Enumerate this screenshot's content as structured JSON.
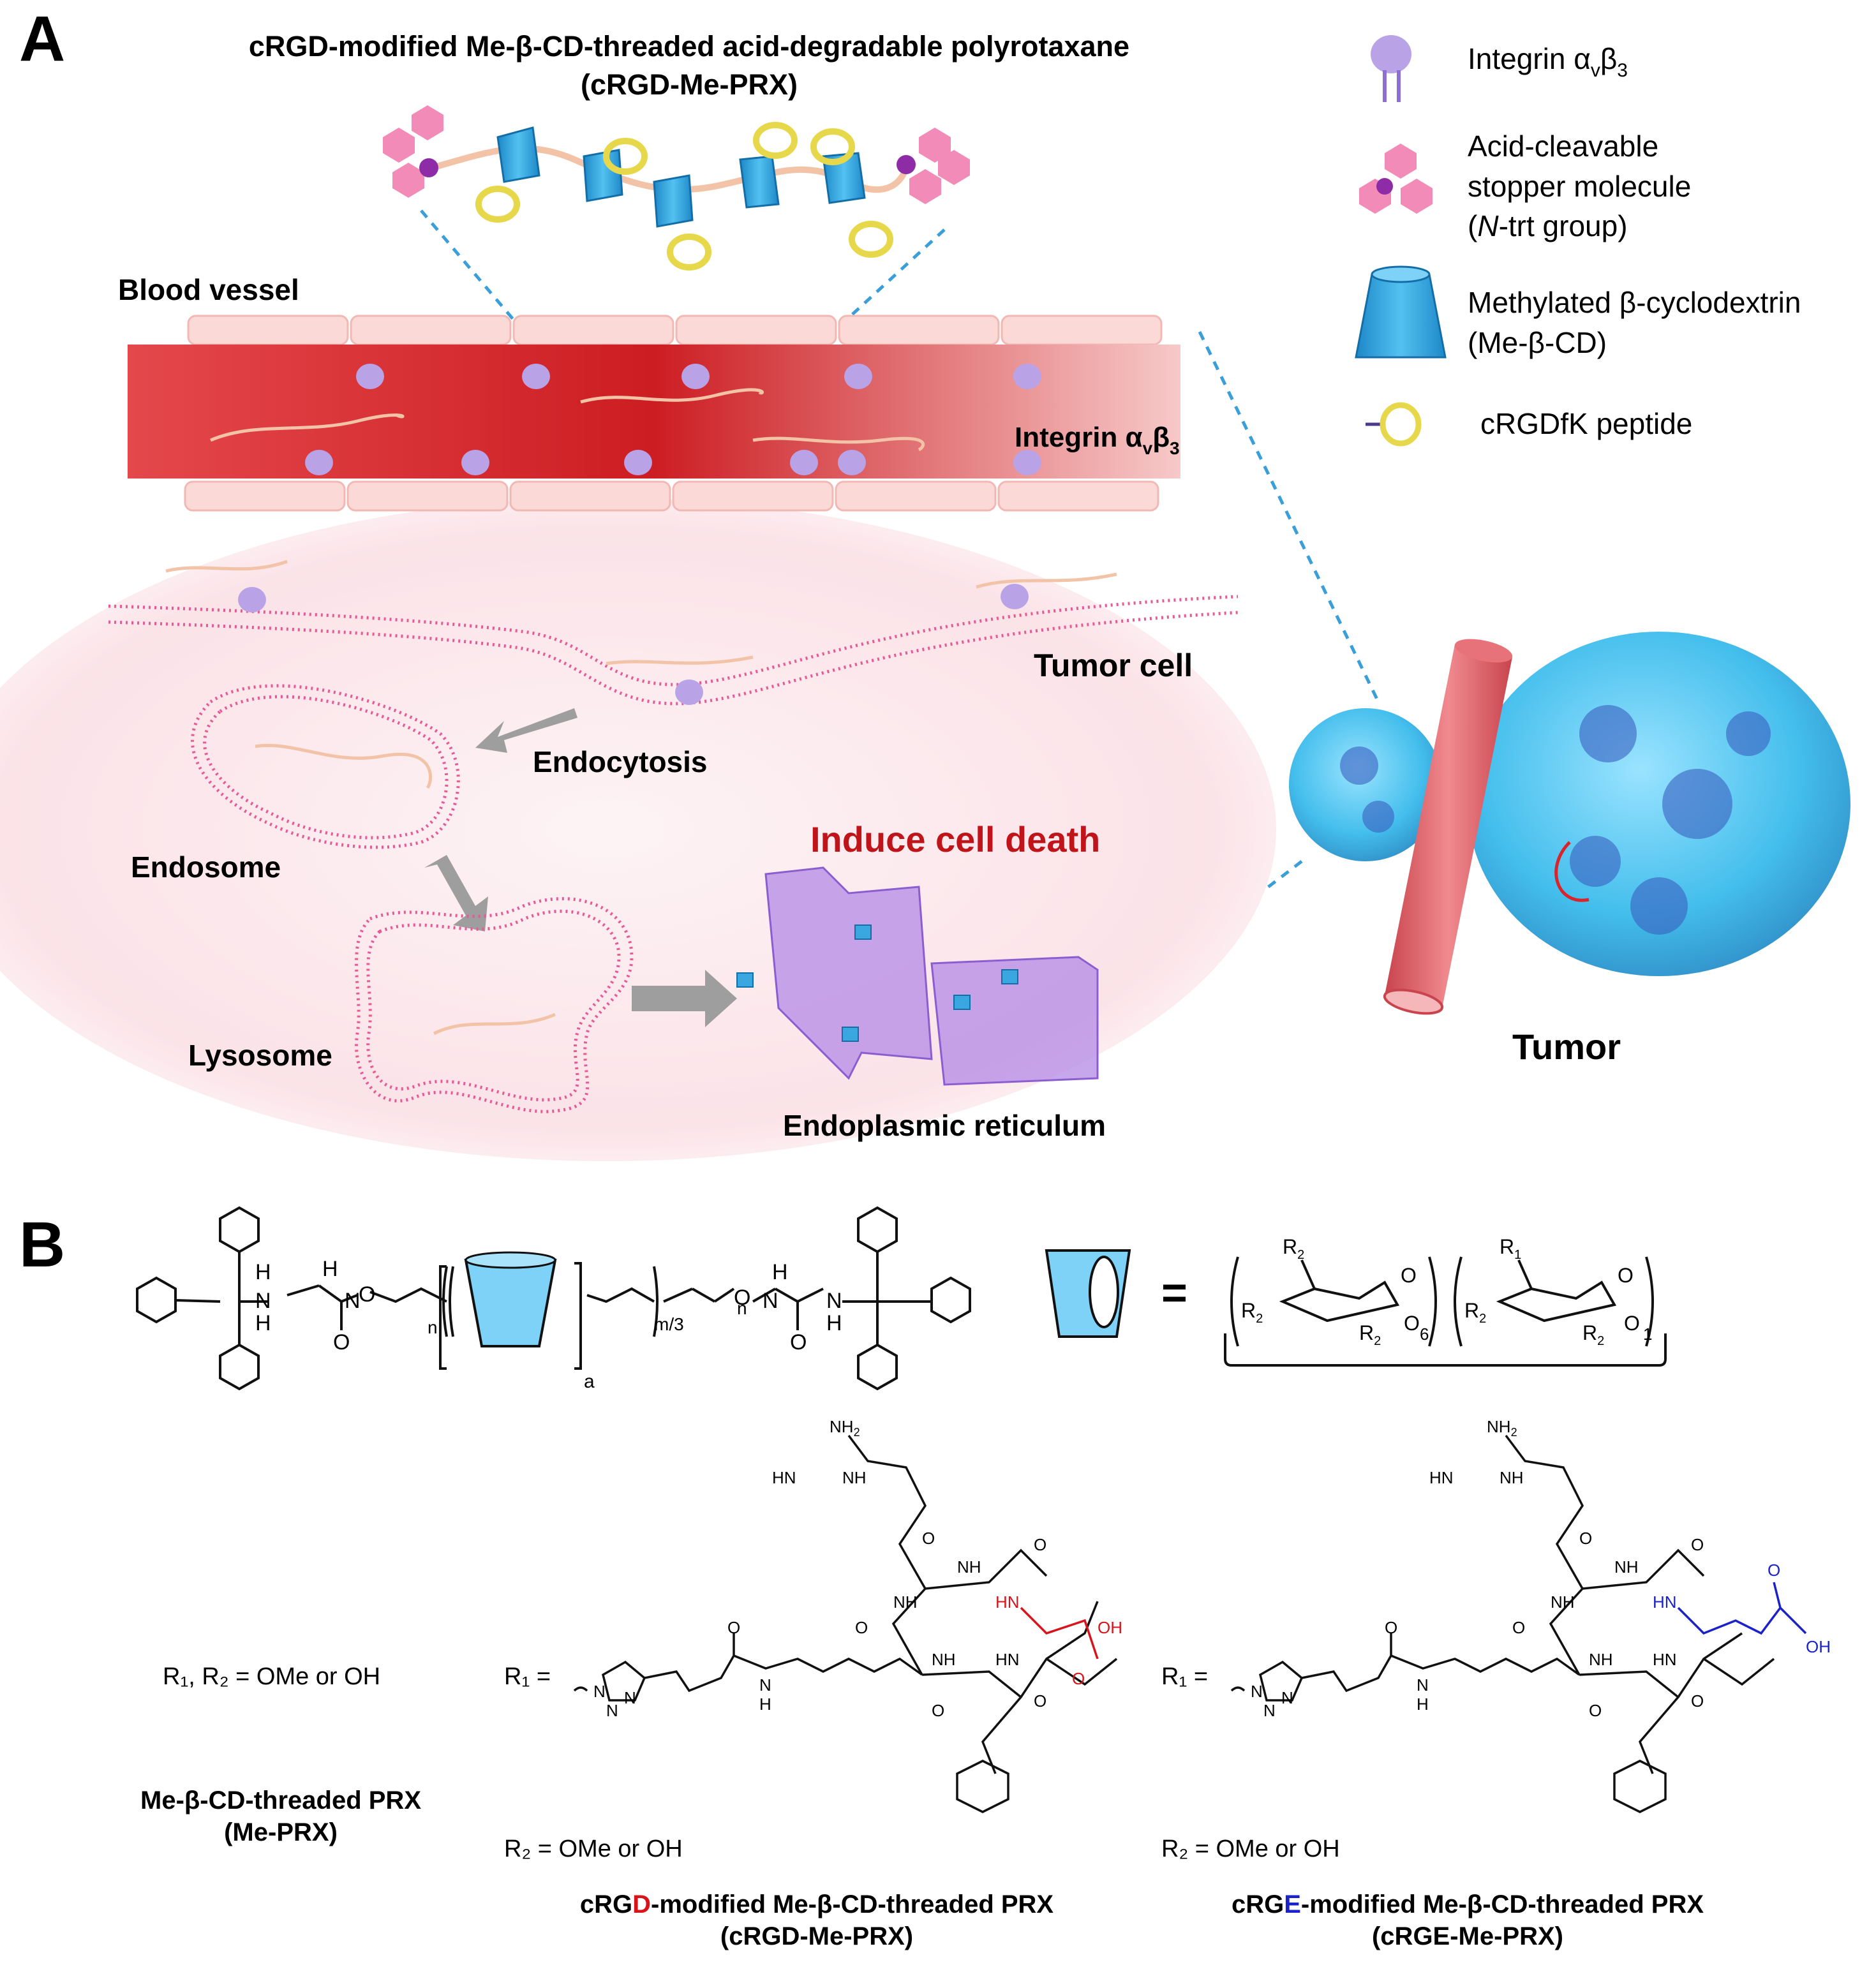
{
  "panel_a": {
    "letter": "A",
    "title_line1": "cRGD-modified Me-β-CD-threaded acid-degradable polyrotaxane",
    "title_line2": "(cRGD-Me-PRX)",
    "legend": {
      "integrin": {
        "text": "Integrin α",
        "sub1": "v",
        "mid": "β",
        "sub2": "3"
      },
      "stopper": {
        "line1": "Acid-cleavable",
        "line2": "stopper molecule",
        "line3_pre": "(",
        "line3_it": "N",
        "line3_post": "-trt group)"
      },
      "cd": {
        "line1": "Methylated β-cyclodextrin",
        "line2": "(Me-β-CD)"
      },
      "peptide": "cRGDfK peptide"
    },
    "labels": {
      "blood_vessel": "Blood vessel",
      "integrin_vessel": {
        "text": "Integrin α",
        "sub1": "v",
        "mid": "β",
        "sub2": "3"
      },
      "tumor_cell": "Tumor cell",
      "endocytosis": "Endocytosis",
      "endosome": "Endosome",
      "lysosome": "Lysosome",
      "induce": "Induce cell death",
      "er": "Endoplasmic reticulum",
      "tumor": "Tumor"
    },
    "colors": {
      "cd": "#3aa7e0",
      "peptide": "#e6d84a",
      "stopper": "#e8609a",
      "integrin": "#a98fd8",
      "blood": "#d8242a",
      "induce": "#c0141b",
      "er": "#a777d8"
    }
  },
  "panel_b": {
    "letter": "B",
    "chem": {
      "H": "H",
      "N": "N",
      "O": "O",
      "n": "n",
      "a": "a",
      "m3": "m/3",
      "equals": "=",
      "R1": "R",
      "R2": "R",
      "sub1": "1",
      "sub2": "2",
      "six": "6",
      "one": "1",
      "NH2": "NH",
      "HN": "HN",
      "NH": "NH",
      "OH": "OH",
      "two": "2"
    },
    "left": {
      "r_def": "R₁, R₂ = OMe  or  OH",
      "name1": "Me-β-CD-threaded PRX",
      "name2": "(Me-PRX)"
    },
    "middle": {
      "r1": "R₁ =",
      "r2": "R₂ = OMe  or  OH",
      "name_pre": "cRG",
      "name_hl": "D",
      "name_post": "-modified Me-β-CD-threaded PRX",
      "name2": "(cRGD-Me-PRX)"
    },
    "right": {
      "r1": "R₁ =",
      "r2": "R₂ = OMe  or  OH",
      "name_pre": "cRG",
      "name_hl": "E",
      "name_post": "-modified Me-β-CD-threaded PRX",
      "name2": "(cRGE-Me-PRX)"
    },
    "colors": {
      "d": "#d8141b",
      "e": "#1a22c8"
    }
  }
}
